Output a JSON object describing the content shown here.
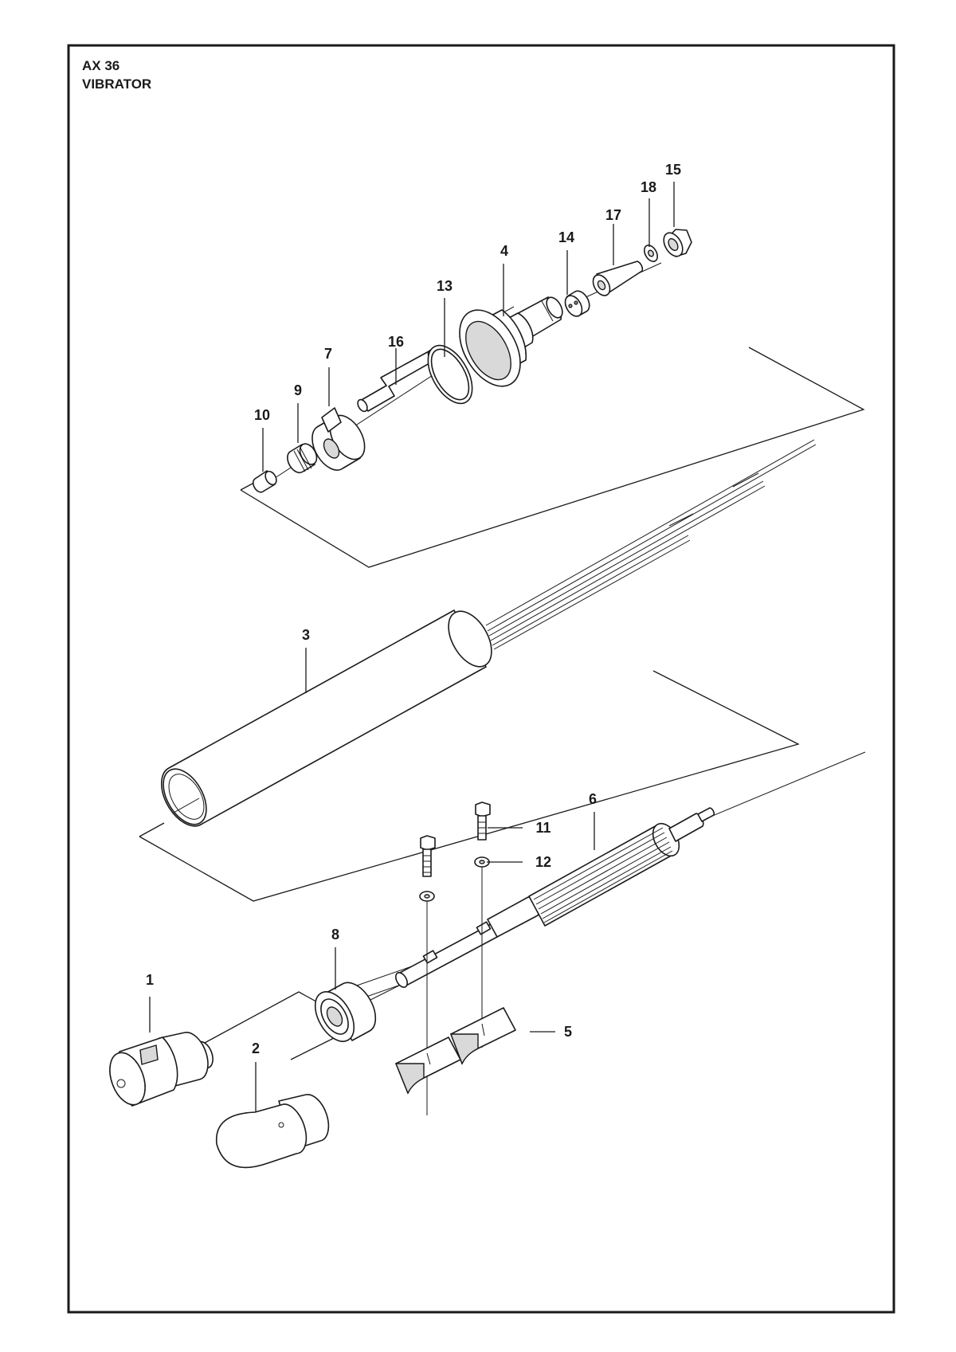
{
  "title": {
    "model": "AX 36",
    "section": "VIBRATOR"
  },
  "callouts": [
    "1",
    "2",
    "3",
    "4",
    "5",
    "6",
    "7",
    "8",
    "9",
    "10",
    "11",
    "12",
    "13",
    "14",
    "15",
    "16",
    "17",
    "18"
  ]
}
